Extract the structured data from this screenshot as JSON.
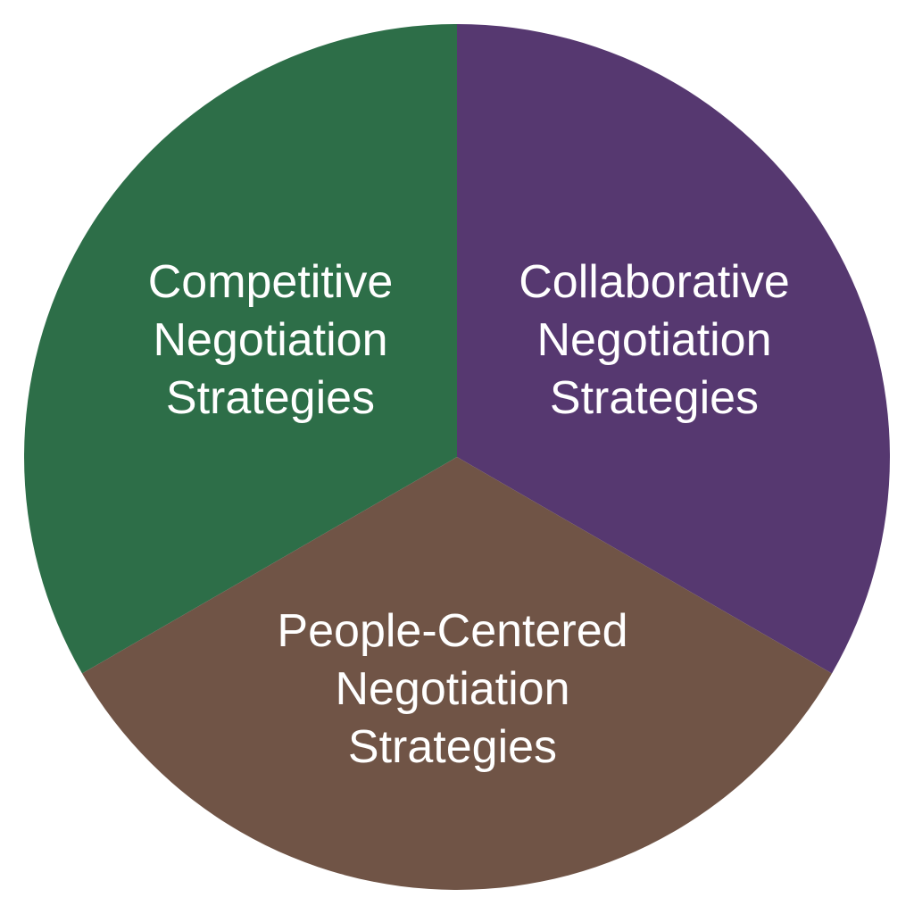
{
  "diagram": {
    "segments": [
      {
        "name": "competitive",
        "color": "#2d6e48",
        "label_lines": [
          "Competitive",
          "Negotiation",
          "Strategies"
        ]
      },
      {
        "name": "collaborative",
        "color": "#563870",
        "label_lines": [
          "Collaborative",
          "Negotiation",
          "Strategies"
        ]
      },
      {
        "name": "people-centered",
        "color": "#705446",
        "label_lines": [
          "People-Centered",
          "Negotiation",
          "Strategies"
        ]
      }
    ]
  }
}
